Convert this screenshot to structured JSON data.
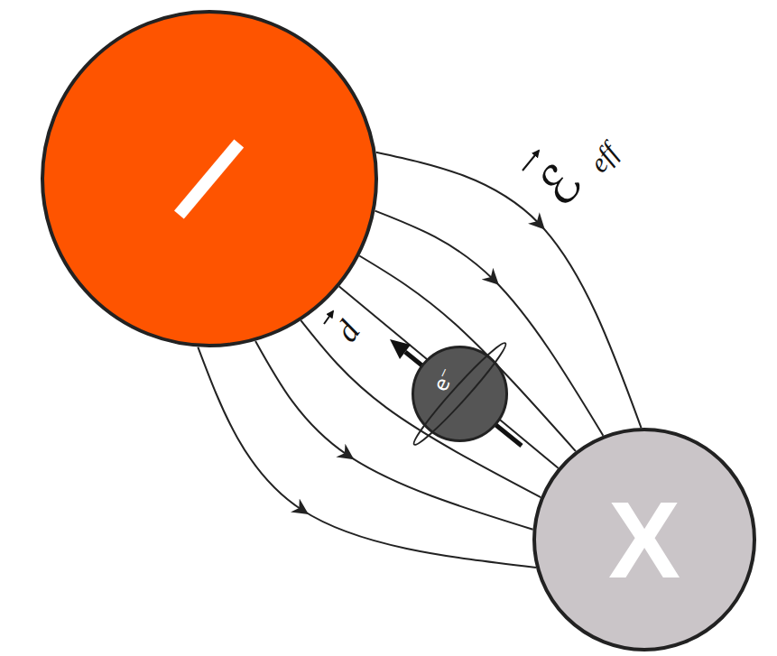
{
  "diagram": {
    "nodes": [
      {
        "text": [
          "I"
        ]
      },
      {
        "text": [
          "e⁻"
        ]
      },
      {
        "text": [
          "X"
        ]
      }
    ],
    "edges": [
      {
        "from": 0,
        "to": 2,
        "arrow": "to"
      },
      {
        "from": 0,
        "to": 2,
        "arrow": "to"
      },
      {
        "from": 0,
        "to": 2,
        "arrow": "none"
      },
      {
        "from": 0,
        "to": 2,
        "arrow": "none"
      },
      {
        "from": 0,
        "to": 2,
        "arrow": "none"
      },
      {
        "from": 0,
        "to": 2,
        "arrow": "to"
      },
      {
        "from": 0,
        "to": 2,
        "arrow": "to"
      }
    ],
    "labels": [
      "ℰ",
      "eff",
      "d"
    ]
  }
}
